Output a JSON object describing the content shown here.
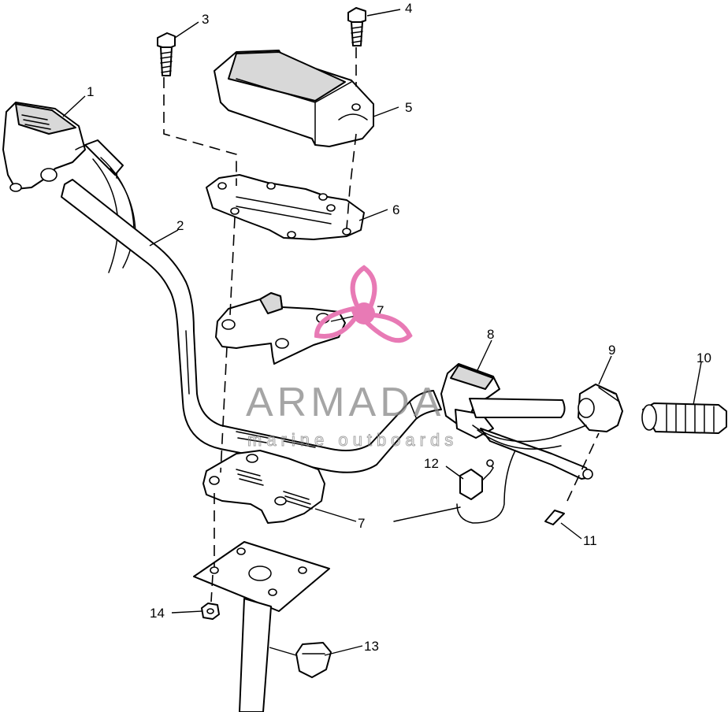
{
  "callouts": {
    "c1": "1",
    "c2": "2",
    "c3": "3",
    "c4": "4",
    "c5": "5",
    "c6": "6",
    "c7a": "7",
    "c7b": "7",
    "c8": "8",
    "c9": "9",
    "c10": "10",
    "c11": "11",
    "c12": "12",
    "c13": "13",
    "c14": "14"
  },
  "watermark": {
    "brand": "ARMADA",
    "tagline": "marine outboards",
    "logo_color": "#e87ab5",
    "text_color": "#888888"
  }
}
